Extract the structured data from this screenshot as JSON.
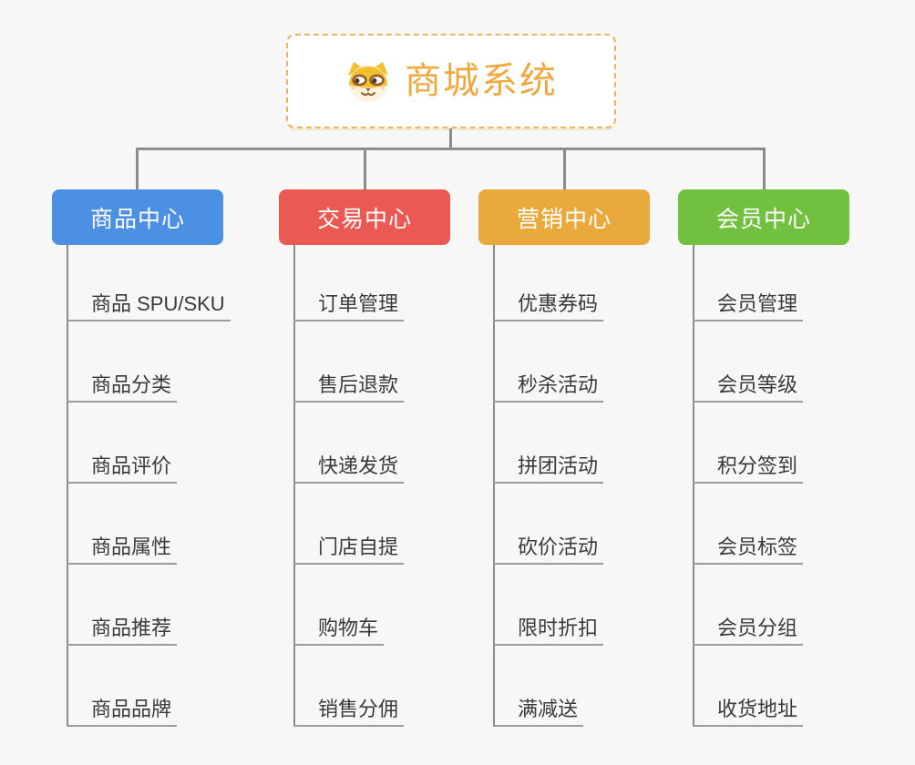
{
  "root": {
    "title": "商城系统",
    "icon": "dog-face-icon",
    "text_color": "#efa93f",
    "border_color": "#f0b25f"
  },
  "colors": {
    "background": "#f7f7f7",
    "connector": "#8c8c8c",
    "leaf_underline": "#9b9b9b",
    "leaf_text": "#3a3a3a",
    "branch_text": "#ffffff"
  },
  "branches": [
    {
      "label": "商品中心",
      "color": "#4b90e2",
      "items": [
        "商品 SPU/SKU",
        "商品分类",
        "商品评价",
        "商品属性",
        "商品推荐",
        "商品品牌"
      ]
    },
    {
      "label": "交易中心",
      "color": "#eb5a52",
      "items": [
        "订单管理",
        "售后退款",
        "快递发货",
        "门店自提",
        "购物车",
        "销售分佣"
      ]
    },
    {
      "label": "营销中心",
      "color": "#eaa93d",
      "items": [
        "优惠券码",
        "秒杀活动",
        "拼团活动",
        "砍价活动",
        "限时折扣",
        "满减送"
      ]
    },
    {
      "label": "会员中心",
      "color": "#72c040",
      "items": [
        "会员管理",
        "会员等级",
        "积分签到",
        "会员标签",
        "会员分组",
        "收货地址"
      ]
    }
  ]
}
